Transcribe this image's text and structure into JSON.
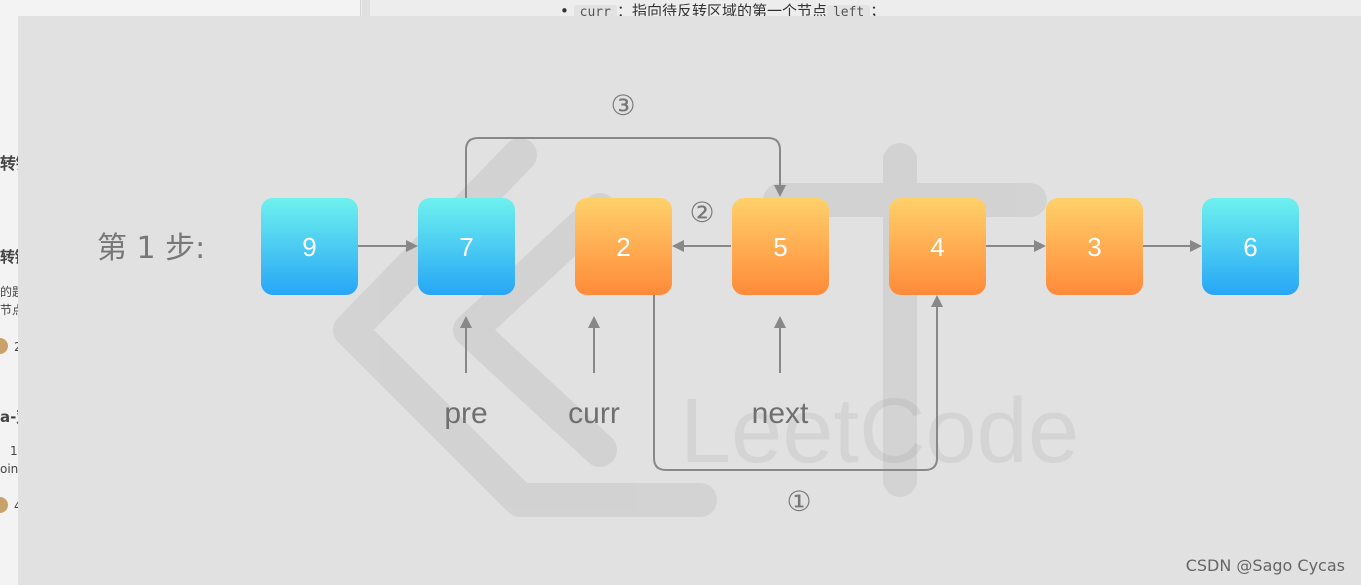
{
  "background": {
    "top_text_code_1": "curr",
    "top_text": "：指向待反转区域的第一个节点",
    "top_text_code_2": "left",
    "left_snippets": [
      "转链",
      "转链",
      "的题",
      "节点",
      "a-双",
      "1",
      "oin",
      "2",
      "4"
    ]
  },
  "diagram": {
    "step_label": "第 1 步:",
    "nodes": [
      {
        "value": "9",
        "color": "cyan"
      },
      {
        "value": "7",
        "color": "cyan"
      },
      {
        "value": "2",
        "color": "orange"
      },
      {
        "value": "5",
        "color": "orange"
      },
      {
        "value": "4",
        "color": "orange"
      },
      {
        "value": "3",
        "color": "orange"
      },
      {
        "value": "6",
        "color": "cyan"
      }
    ],
    "pointers": [
      {
        "label": "pre",
        "node_index": 1
      },
      {
        "label": "curr",
        "node_index": 2
      },
      {
        "label": "next",
        "node_index": 3
      }
    ],
    "step_markers": {
      "one": "①",
      "two": "②",
      "three": "③"
    },
    "colors": {
      "cyan_top": "#6ef1ee",
      "cyan_bottom": "#27a6f6",
      "orange_top": "#ffd16a",
      "orange_bottom": "#ff8a3a",
      "arrow": "#888888"
    },
    "watermark_logo_text": "LeetCode",
    "attribution": "CSDN @Sago Cycas"
  }
}
